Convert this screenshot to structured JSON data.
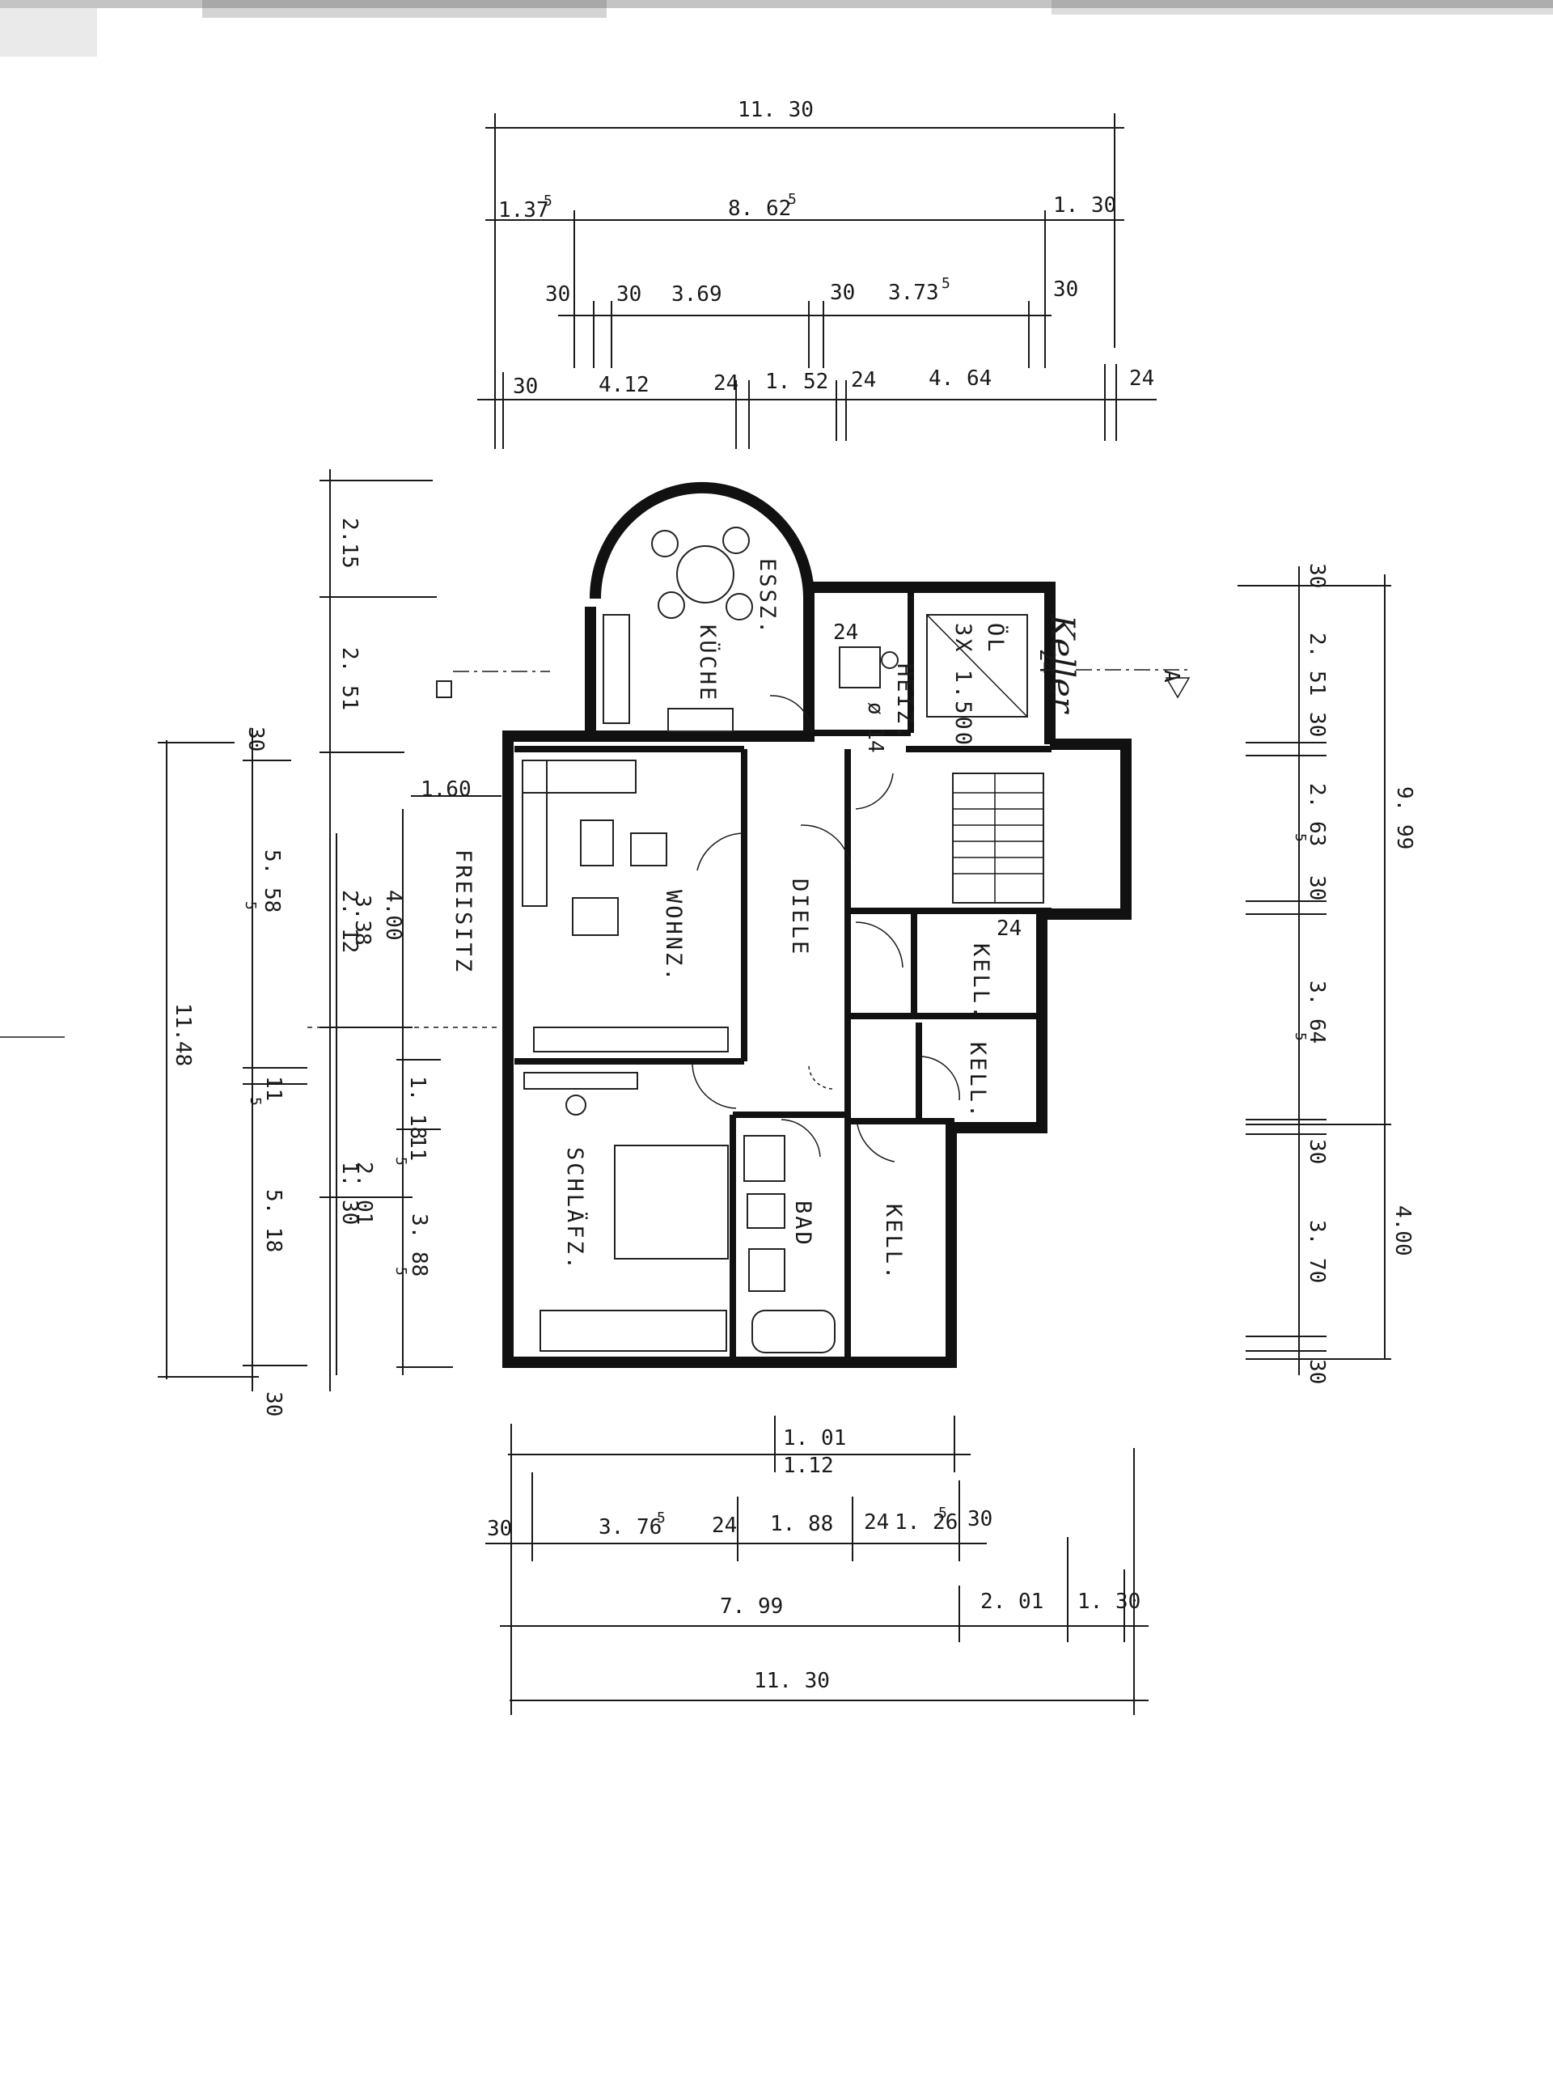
{
  "top_dimensions": {
    "overall": "11. 30",
    "row2": {
      "left": "1.37",
      "left_sup": "5",
      "middle": "8. 62",
      "middle_sup": "5",
      "right": "1. 30"
    },
    "row3": {
      "a": "30",
      "b": "30",
      "c": "3.69",
      "d": "30",
      "e": "3.73",
      "e_sup": "5",
      "f": "30"
    },
    "row4": {
      "a": "30",
      "b": "4.12",
      "c": "24",
      "d": "1. 52",
      "e": "24",
      "f": "4. 64",
      "g": "24"
    }
  },
  "bottom_dimensions": {
    "row1": {
      "top": "1. 01",
      "bottom": "1.12"
    },
    "row2": {
      "a": "30",
      "b": "3. 76",
      "b_sup": "5",
      "c": "24",
      "d": "1. 88",
      "e": "24",
      "f": "1. 26",
      "f_sup": "5",
      "g": "30"
    },
    "row3": {
      "a": "7. 99",
      "b": "2. 01",
      "c": "1. 30"
    },
    "overall": "11. 30"
  },
  "left_dimensions": {
    "overall": "11.48",
    "col2": {
      "a": "30",
      "b": "5. 58",
      "b_sup": "5",
      "c": "11",
      "c_sup": "5",
      "d": "5. 18",
      "e": "30"
    },
    "col3": {
      "a": "2.15",
      "b": "2. 51",
      "c": "2. 12",
      "d": "1. 30"
    },
    "col4": {
      "a": "3.38",
      "b": "2. 01"
    },
    "col5": {
      "a": "1.60",
      "b": "4.00",
      "c": "1. 18",
      "d": "11",
      "d_sup": "5",
      "e": "3. 88",
      "e_sup": "5"
    }
  },
  "right_dimensions": {
    "overall": "9. 99",
    "overall2": "4.00",
    "col": {
      "a": "30",
      "b": "2. 51",
      "c": "30",
      "d": "2. 63",
      "d_sup": "5",
      "e": "30",
      "f": "3. 64",
      "f_sup": "5",
      "g": "30",
      "h": "3. 70",
      "i": "30"
    }
  },
  "rooms": {
    "essz": "ESSZ.",
    "kueche": "KÜCHE",
    "heiz": "HEIZ.",
    "heiz_note": "ø 14",
    "heiz_num": "24",
    "oel": "ÖL",
    "oel_size": "3X 1.500",
    "oel_num": "24",
    "wohnz": "WOHNZ.",
    "diele": "DIELE",
    "freisitz": "FREISITZ",
    "kell1": "KELL.",
    "kell1_num": "24",
    "kell2": "KELL.",
    "kell3": "KELL.",
    "bad": "BAD",
    "schlafz": "SCHLÄFZ."
  },
  "annotations": {
    "handwriting": "Keller",
    "section_mark": "A"
  }
}
